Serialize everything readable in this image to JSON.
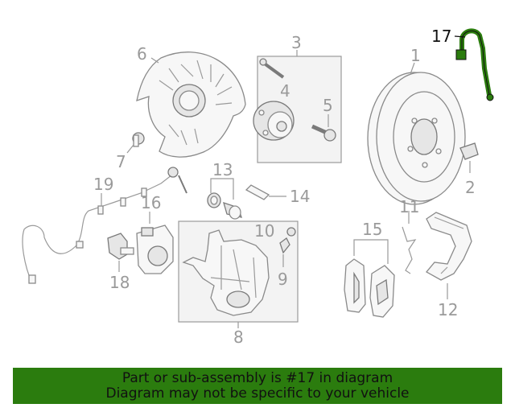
{
  "callouts": {
    "c1": "1",
    "c2": "2",
    "c3": "3",
    "c4": "4",
    "c5": "5",
    "c6": "6",
    "c7": "7",
    "c8": "8",
    "c9": "9",
    "c10": "10",
    "c11": "11",
    "c12": "12",
    "c13": "13",
    "c14": "14",
    "c15": "15",
    "c16": "16",
    "c17": "17",
    "c18": "18",
    "c19": "19"
  },
  "highlight_color": "#2b7c0e",
  "banner": {
    "line1": "Part or sub-assembly is #17 in diagram",
    "line2": "Diagram may not be specific to your vehicle"
  }
}
